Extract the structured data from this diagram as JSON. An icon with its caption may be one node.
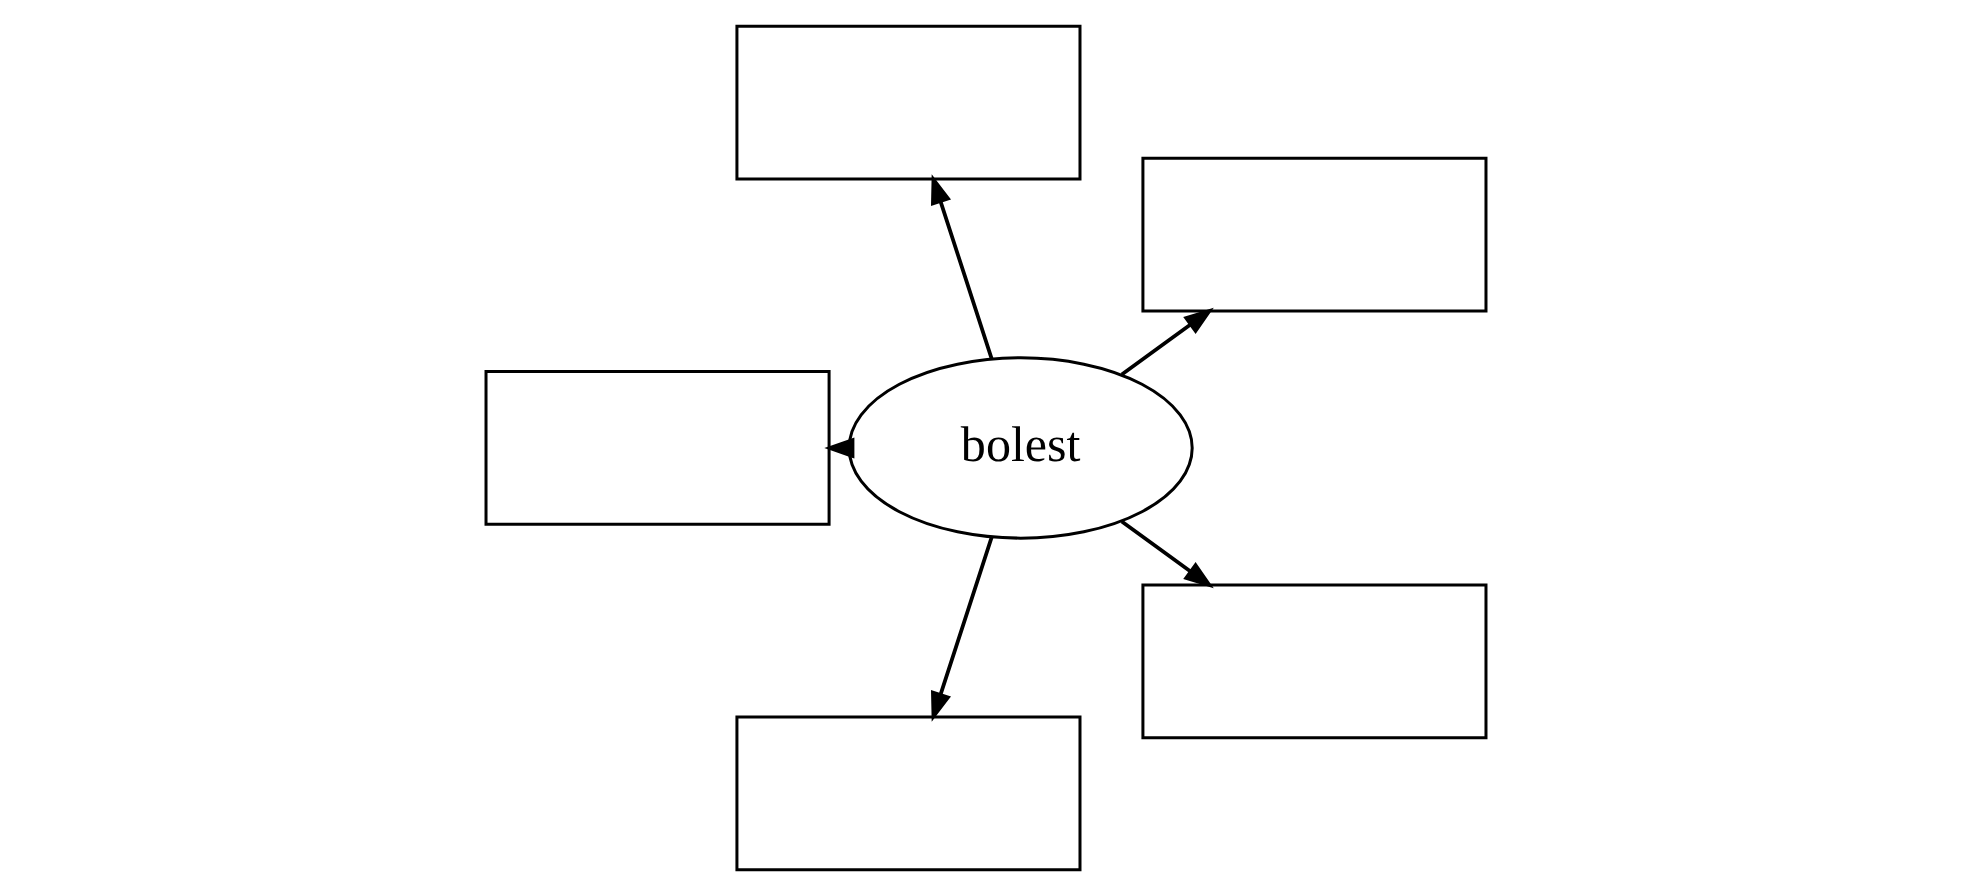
{
  "diagram": {
    "nodes": [
      {
        "text": [],
        "shape": "box"
      },
      {
        "text": [],
        "shape": "box"
      },
      {
        "text": [],
        "shape": "box"
      },
      {
        "text": [
          "bolest"
        ]
      },
      {
        "text": [],
        "shape": "box"
      },
      {
        "text": [],
        "shape": "box"
      }
    ],
    "edges": [
      {
        "from": 3,
        "to": 0,
        "arrow": "to"
      },
      {
        "from": 3,
        "to": 1,
        "arrow": "to"
      },
      {
        "from": 3,
        "to": 2,
        "arrow": "to"
      },
      {
        "from": 3,
        "to": 4,
        "arrow": "to"
      },
      {
        "from": 3,
        "to": 5,
        "arrow": "to"
      }
    ]
  }
}
